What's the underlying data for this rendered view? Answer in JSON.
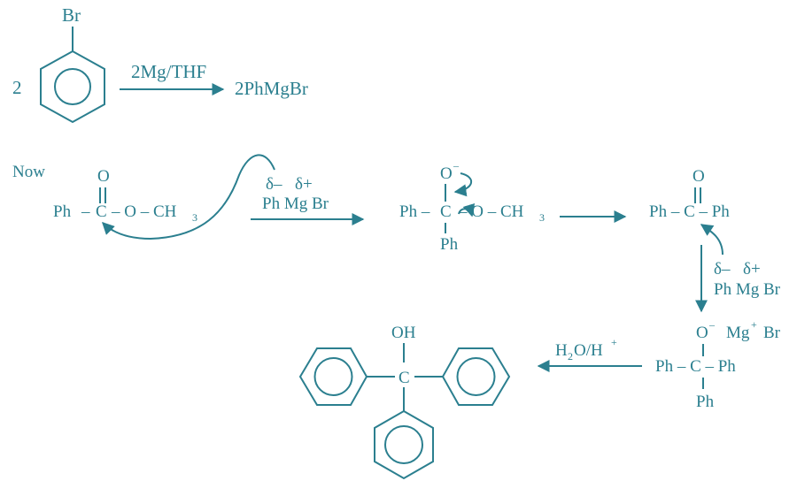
{
  "step1": {
    "coefficient": "2",
    "substituent": "Br",
    "reagent": "2Mg/THF",
    "product": "2PhMgBr"
  },
  "now_label": "Now",
  "ester": {
    "carbonyl_o": "O",
    "ph": "Ph",
    "dash1": "–",
    "carbon": "C",
    "rest": "– O – CH",
    "sub3": "3"
  },
  "grignard1": {
    "delta_minus": "δ–",
    "delta_plus": "δ+",
    "label": "Ph Mg Br"
  },
  "intermediate": {
    "o_minus": "O",
    "o_sup": "–",
    "left": "Ph –",
    "carbon": "C",
    "right": "– O – CH",
    "sub3": "3",
    "ph_below": "Ph"
  },
  "ketone": {
    "carbonyl_o": "O",
    "formula": "Ph – C – Ph"
  },
  "grignard2": {
    "delta_minus": "δ–",
    "delta_plus": "δ+",
    "label": "Ph Mg Br"
  },
  "alkoxide": {
    "o": "O",
    "o_sup": "–",
    "mg": "Mg",
    "mg_sup": "+",
    "br": "Br",
    "formula": "Ph – C – Ph",
    "ph_below": "Ph"
  },
  "hydrolysis": {
    "h2": "H",
    "sub2": "2",
    "oh": "O/H",
    "plus": "+"
  },
  "product": {
    "oh": "OH",
    "carbon": "C"
  }
}
